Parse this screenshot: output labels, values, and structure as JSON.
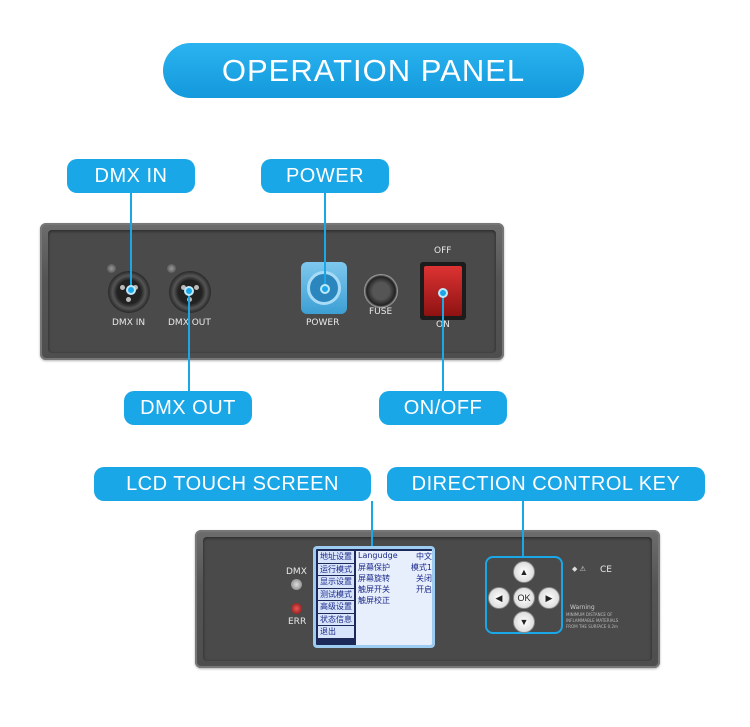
{
  "title": "OPERATION PANEL",
  "labels": {
    "dmx_in": "DMX IN",
    "power": "POWER",
    "dmx_out": "DMX OUT",
    "on_off": "ON/OFF",
    "lcd_touch_screen": "LCD TOUCH SCREEN",
    "direction_control_key": "DIRECTION CONTROL KEY"
  },
  "panel_top": {
    "dmx_in": "DMX IN",
    "dmx_out": "DMX OUT",
    "power": "POWER",
    "fuse": "FUSE",
    "off": "OFF",
    "on": "ON"
  },
  "panel_bottom": {
    "dmx": "DMX",
    "err": "ERR",
    "ok": "OK",
    "warning_title": "Warning",
    "warning_text": "MINIMUM DISTANCE OF INFLAMMABLE MATERIALS FROM THE SURFACE 0.2m",
    "ce": "CE"
  },
  "lcd": {
    "menu": [
      "地址设置",
      "运行模式",
      "显示设置",
      "测试模式",
      "高级设置",
      "状态信息",
      "退出"
    ],
    "rows": [
      {
        "left": "Langudge",
        "right": "中文"
      },
      {
        "left": "屏幕保护",
        "right": "模式1"
      },
      {
        "left": "屏幕旋转",
        "right": "关闭"
      },
      {
        "left": "触屏开关",
        "right": "开启"
      },
      {
        "left": "触屏校正",
        "right": ""
      }
    ]
  },
  "colors": {
    "accent": "#1aa7e8",
    "panel": "#555555",
    "switch": "#c62020"
  },
  "icons": [
    "up-arrow-icon",
    "down-arrow-icon",
    "left-arrow-icon",
    "right-arrow-icon"
  ]
}
